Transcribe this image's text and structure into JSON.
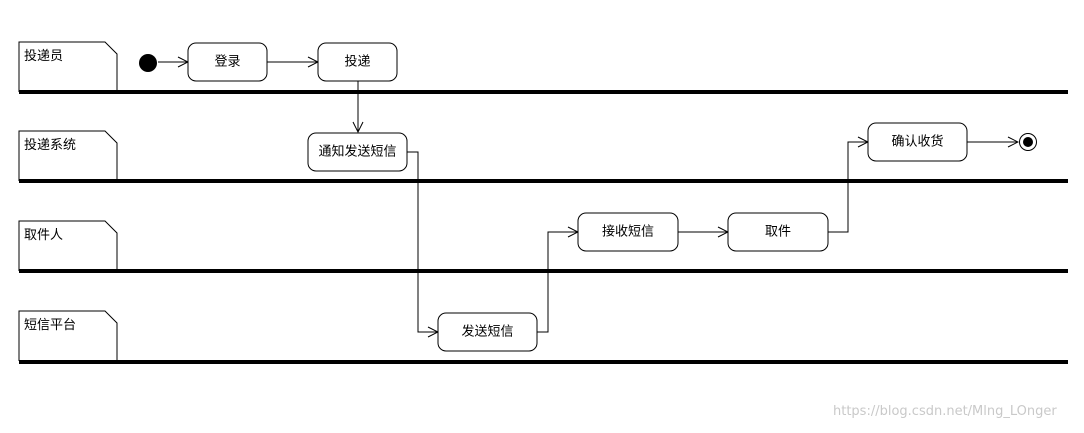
{
  "lanes": [
    {
      "id": "courier",
      "label": "投递员"
    },
    {
      "id": "delivery-system",
      "label": "投递系统"
    },
    {
      "id": "recipient",
      "label": "取件人"
    },
    {
      "id": "sms-platform",
      "label": "短信平台"
    }
  ],
  "actions": {
    "login": "登录",
    "deliver": "投递",
    "notify_sms": "通知发送短信",
    "send_sms": "发送短信",
    "receive_sms": "接收短信",
    "pickup": "取件",
    "confirm_receipt": "确认收货"
  },
  "watermark": "https://blog.csdn.net/Mlng_LOnger",
  "colors": {
    "line": "#000000",
    "background": "#ffffff",
    "watermark": "#c9c9c9"
  }
}
